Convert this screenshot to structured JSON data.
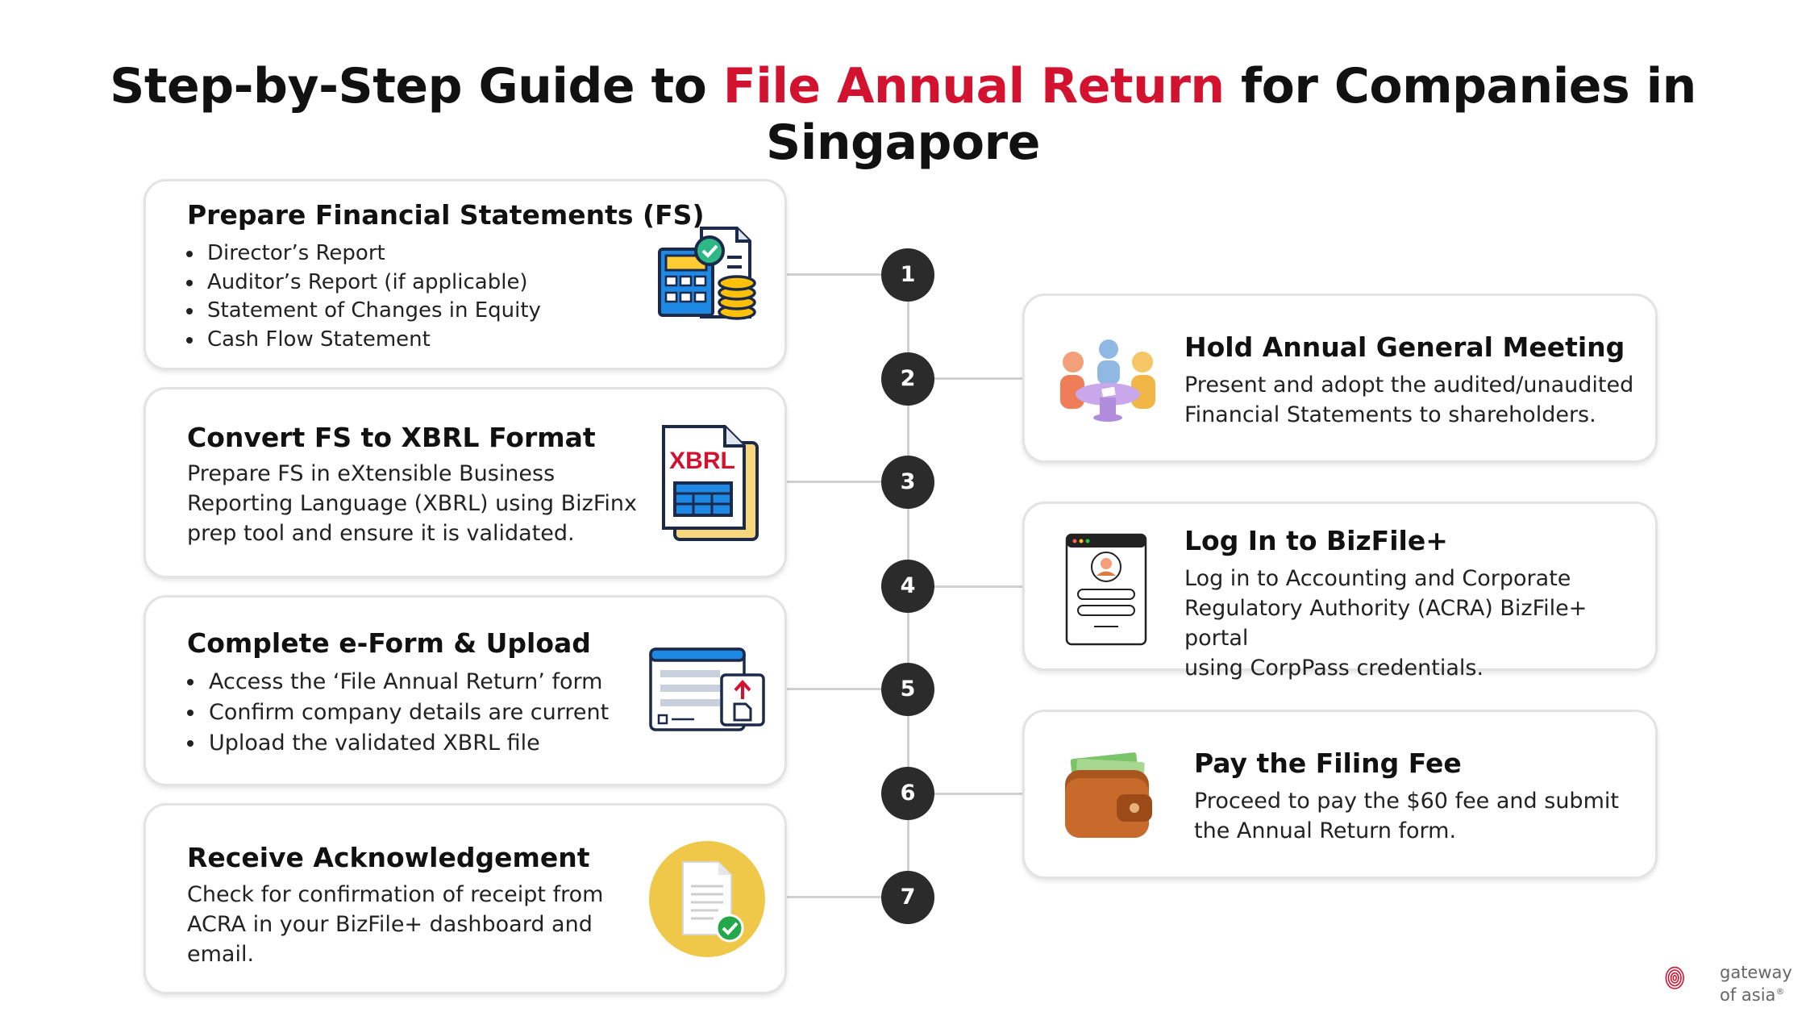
{
  "title": {
    "part1": "Step-by-Step Guide to ",
    "highlight": "File Annual Return",
    "part2": " for Companies in Singapore"
  },
  "colors": {
    "accent": "#d3122f",
    "step_circle": "#2b2b2b",
    "card_border": "#e3e3e3"
  },
  "steps": [
    {
      "number": "1",
      "title": "Prepare Financial Statements (FS)",
      "bullets": [
        "Director’s Report",
        "Auditor’s Report (if applicable)",
        "Statement of Changes in Equity",
        "Cash Flow Statement"
      ],
      "icon": "financial-statement-icon"
    },
    {
      "number": "2",
      "title": "Hold Annual General Meeting",
      "text_lines": [
        "Present and adopt the audited/unaudited",
        "Financial Statements to shareholders."
      ],
      "icon": "meeting-icon"
    },
    {
      "number": "3",
      "title": "Convert FS to XBRL Format",
      "text_lines": [
        "Prepare FS in eXtensible Business",
        "Reporting Language (XBRL) using BizFinx",
        "prep tool and ensure it is validated."
      ],
      "icon": "xbrl-file-icon",
      "icon_label": "XBRL"
    },
    {
      "number": "4",
      "title": "Log In to BizFile+",
      "text_lines": [
        "Log in to Accounting and Corporate",
        "Regulatory Authority (ACRA) BizFile+ portal",
        "using CorpPass credentials."
      ],
      "icon": "login-screen-icon"
    },
    {
      "number": "5",
      "title": "Complete e-Form & Upload",
      "bullets": [
        "Access the ‘File Annual Return’ form",
        "Confirm company details are current",
        "Upload the validated XBRL file"
      ],
      "icon": "form-upload-icon"
    },
    {
      "number": "6",
      "title": "Pay the Filing Fee",
      "text_lines": [
        "Proceed to pay the $60 fee and submit",
        "the Annual Return form."
      ],
      "icon": "wallet-icon"
    },
    {
      "number": "7",
      "title": "Receive Acknowledgement",
      "text_lines": [
        "Check for confirmation of receipt from",
        "ACRA in your BizFile+ dashboard and",
        "email."
      ],
      "icon": "document-check-icon"
    }
  ],
  "logo": {
    "line1": "gateway",
    "line2": "of asia",
    "mark": "®"
  }
}
